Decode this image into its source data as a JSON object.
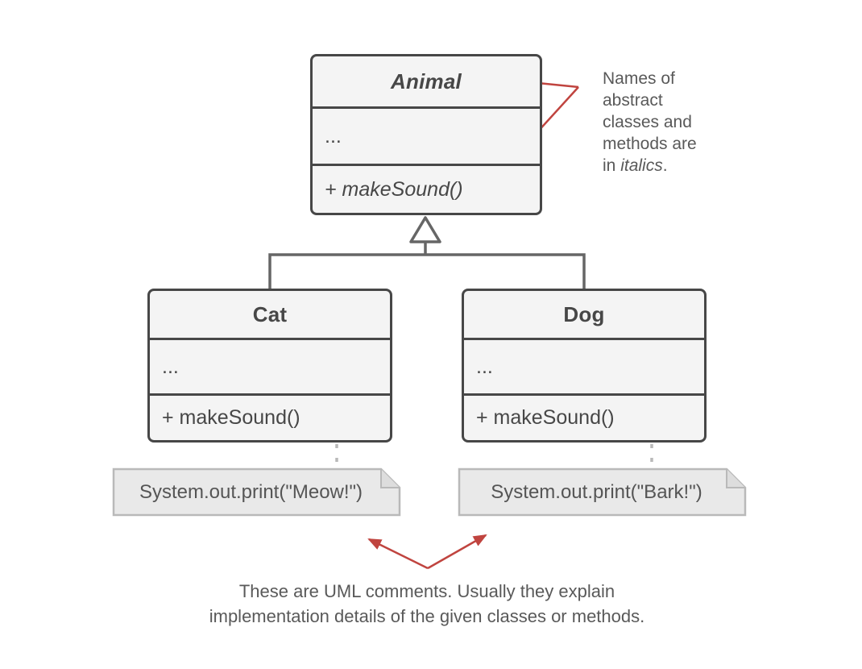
{
  "classes": {
    "animal": {
      "name": "Animal",
      "fields": "...",
      "method": "+ makeSound()"
    },
    "cat": {
      "name": "Cat",
      "fields": "...",
      "method": "+ makeSound()"
    },
    "dog": {
      "name": "Dog",
      "fields": "...",
      "method": "+ makeSound()"
    }
  },
  "comments": {
    "cat": "System.out.print(\"Meow!\")",
    "dog": "System.out.print(\"Bark!\")"
  },
  "annotations": {
    "italics_note": {
      "line1": "Names of",
      "line2": "abstract",
      "line3": "classes and",
      "line4": "methods are",
      "line5_prefix": "in ",
      "line5_italic": "italics",
      "line5_suffix": "."
    },
    "comments_caption": {
      "line1": "These are UML comments. Usually they explain",
      "line2": "implementation details of the given classes or methods."
    }
  },
  "colors": {
    "box_border": "#474747",
    "box_fill": "#f4f4f4",
    "connector": "#666666",
    "note_fill": "#e9e9e9",
    "note_border": "#b9b9b9",
    "anchor_gray": "#b9b9b9",
    "arrow_red": "#c0443f",
    "text_dark": "#474747",
    "text_gray": "#595959"
  }
}
